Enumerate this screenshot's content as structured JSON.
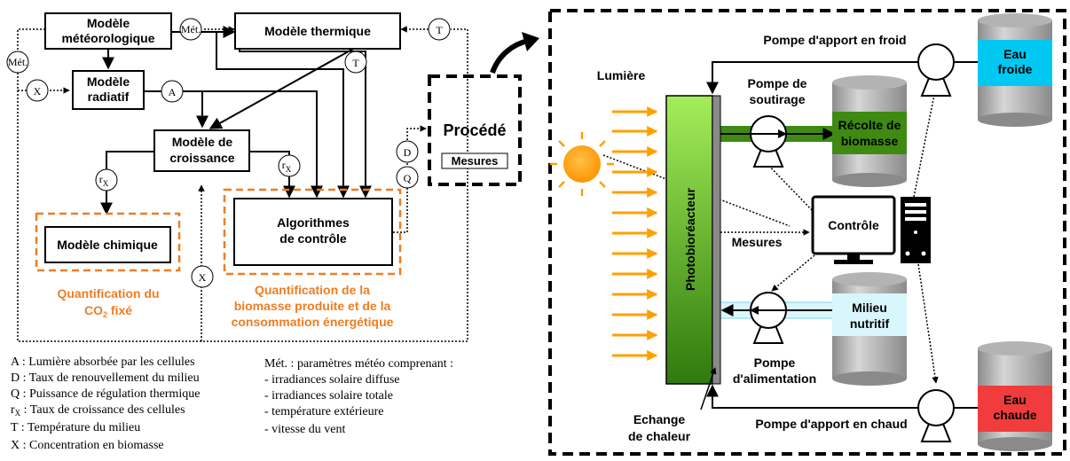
{
  "left": {
    "meteo": [
      "Modèle",
      "météorologique"
    ],
    "thermique": "Modèle thermique",
    "radiatif": [
      "Modèle",
      "radiatif"
    ],
    "croissance": [
      "Modèle de",
      "croissance"
    ],
    "chimique": "Modèle chimique",
    "algorithmes": [
      "Algorithmes",
      "de contrôle"
    ],
    "procede": "Procédé",
    "mesures": "Mesures",
    "circles": {
      "met": "Mét.",
      "t": "T",
      "x": "X",
      "a": "A",
      "rx": "r",
      "rx_sub": "X",
      "d": "D",
      "q": "Q"
    },
    "quant_co2": [
      "Quantification du",
      "CO",
      "2",
      " fixé"
    ],
    "quant_bio": [
      "Quantification de la",
      "biomasse produite et de la",
      "consommation énergétique"
    ]
  },
  "legend": {
    "left": [
      "A : Lumière absorbée par les cellules",
      "D : Taux de renouvellement du milieu",
      "Q : Puissance de régulation thermique",
      "r",
      "X",
      " : Taux de croissance des cellules",
      "T : Température du milieu",
      "X : Concentration en biomasse"
    ],
    "right": [
      "Mét. : paramètres météo comprenant :",
      "- irradiances solaire diffuse",
      "- irradiances solaire totale",
      "- température extérieure",
      "- vitesse du vent"
    ]
  },
  "right": {
    "pompe_froid": "Pompe d'apport en froid",
    "pompe_chaud": "Pompe d'apport en chaud",
    "eau_froide": [
      "Eau",
      "froide"
    ],
    "eau_chaude": [
      "Eau",
      "chaude"
    ],
    "lumiere": "Lumière",
    "pompe_soutirage": [
      "Pompe de",
      "soutirage"
    ],
    "recolte": [
      "Récolte de",
      "biomasse"
    ],
    "controle": "Contrôle",
    "mesures": "Mesures",
    "milieu": [
      "Milieu",
      "nutritif"
    ],
    "pompe_alim": [
      "Pompe",
      "d'alimentation"
    ],
    "echange": [
      "Echange",
      "de chaleur"
    ],
    "photobio": "Photobioréacteur"
  },
  "colors": {
    "orange": "#ee7d22",
    "green_dark": "#3e8a12",
    "green_light": "#8fd94a",
    "cyan": "#00c8f0",
    "red": "#f03c3c",
    "light_cyan": "#d8f6fc",
    "sun": "#ffa000"
  }
}
